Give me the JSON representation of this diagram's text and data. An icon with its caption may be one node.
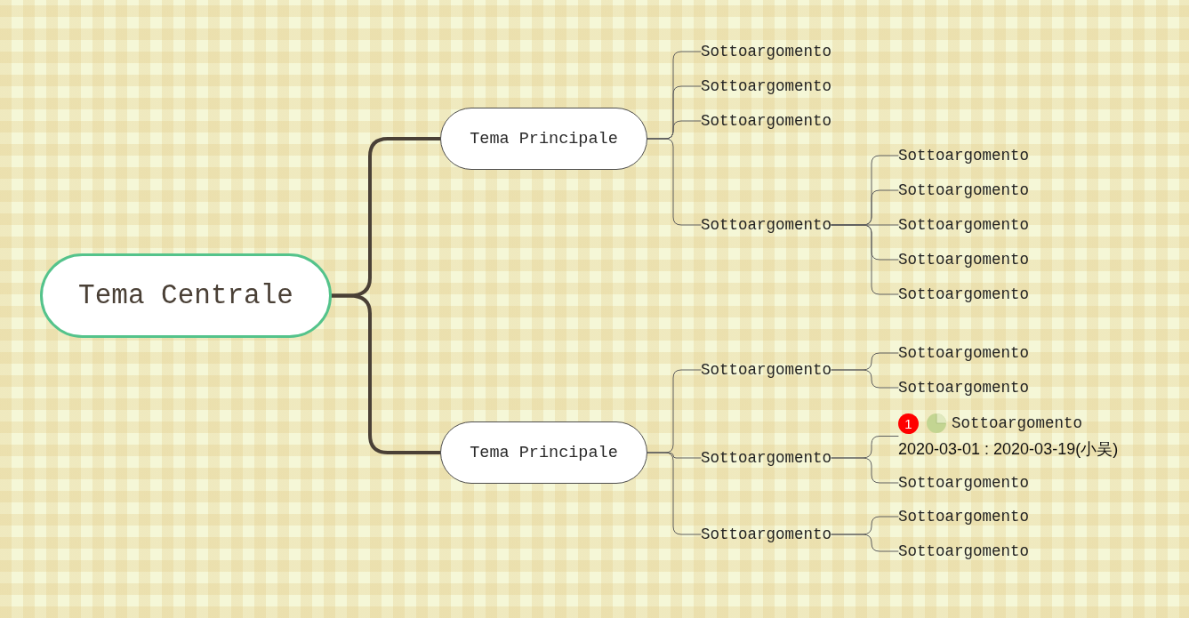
{
  "diagram": {
    "nodes": [
      {
        "text": [
          "Tema Centrale"
        ]
      },
      {
        "text": [
          "Tema Principale"
        ]
      },
      {
        "text": [
          "Sottoargomento"
        ]
      },
      {
        "text": [
          "Sottoargomento"
        ]
      },
      {
        "text": [
          "Sottoargomento"
        ]
      },
      {
        "text": [
          "Sottoargomento"
        ]
      },
      {
        "text": [
          "Sottoargomento"
        ]
      },
      {
        "text": [
          "Sottoargomento"
        ]
      },
      {
        "text": [
          "Sottoargomento"
        ]
      },
      {
        "text": [
          "Sottoargomento"
        ]
      },
      {
        "text": [
          "Sottoargomento"
        ]
      },
      {
        "text": [
          "Tema Principale"
        ]
      },
      {
        "text": [
          "Sottoargomento"
        ]
      },
      {
        "text": [
          "Sottoargomento"
        ]
      },
      {
        "text": [
          "Sottoargomento"
        ]
      },
      {
        "text": [
          "Sottoargomento"
        ]
      },
      {
        "text": [
          "1",
          "Sottoargomento",
          "2020-03-01 : 2020-03-19(小吴)"
        ]
      },
      {
        "text": [
          "Sottoargomento"
        ]
      },
      {
        "text": [
          "Sottoargomento"
        ]
      },
      {
        "text": [
          "Sottoargomento"
        ]
      },
      {
        "text": [
          "Sottoargomento"
        ]
      }
    ],
    "edges": [
      {
        "from": 0,
        "to": 1,
        "arrow": "none",
        "style": "thick",
        "color": "#4a4036"
      },
      {
        "from": 0,
        "to": 11,
        "arrow": "none",
        "style": "thick",
        "color": "#4a4036"
      },
      {
        "from": 1,
        "to": 2,
        "arrow": "none"
      },
      {
        "from": 1,
        "to": 3,
        "arrow": "none"
      },
      {
        "from": 1,
        "to": 4,
        "arrow": "none"
      },
      {
        "from": 1,
        "to": 5,
        "arrow": "none"
      },
      {
        "from": 5,
        "to": 6,
        "arrow": "none"
      },
      {
        "from": 5,
        "to": 7,
        "arrow": "none"
      },
      {
        "from": 5,
        "to": 8,
        "arrow": "none"
      },
      {
        "from": 5,
        "to": 9,
        "arrow": "none"
      },
      {
        "from": 5,
        "to": 10,
        "arrow": "none"
      },
      {
        "from": 11,
        "to": 12,
        "arrow": "none"
      },
      {
        "from": 11,
        "to": 15,
        "arrow": "none"
      },
      {
        "from": 11,
        "to": 18,
        "arrow": "none"
      },
      {
        "from": 12,
        "to": 13,
        "arrow": "none"
      },
      {
        "from": 12,
        "to": 14,
        "arrow": "none"
      },
      {
        "from": 15,
        "to": 16,
        "arrow": "none"
      },
      {
        "from": 15,
        "to": 17,
        "arrow": "none"
      },
      {
        "from": 18,
        "to": 19,
        "arrow": "none"
      },
      {
        "from": 18,
        "to": 20,
        "arrow": "none"
      }
    ]
  }
}
